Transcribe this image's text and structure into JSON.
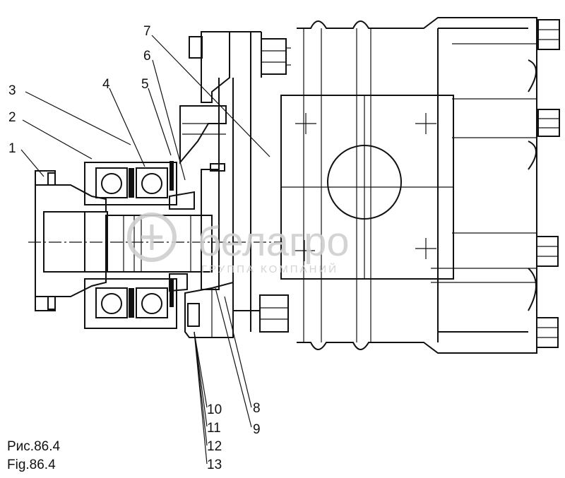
{
  "figure": {
    "caption_ru": "Рис.86.4",
    "caption_en": "Fig.86.4"
  },
  "callouts": [
    "1",
    "2",
    "3",
    "4",
    "5",
    "6",
    "7",
    "8",
    "9",
    "10",
    "11",
    "12",
    "13"
  ],
  "watermark": {
    "brand": "белагро",
    "tagline": "ГРУППА КОМПАНИЙ"
  }
}
